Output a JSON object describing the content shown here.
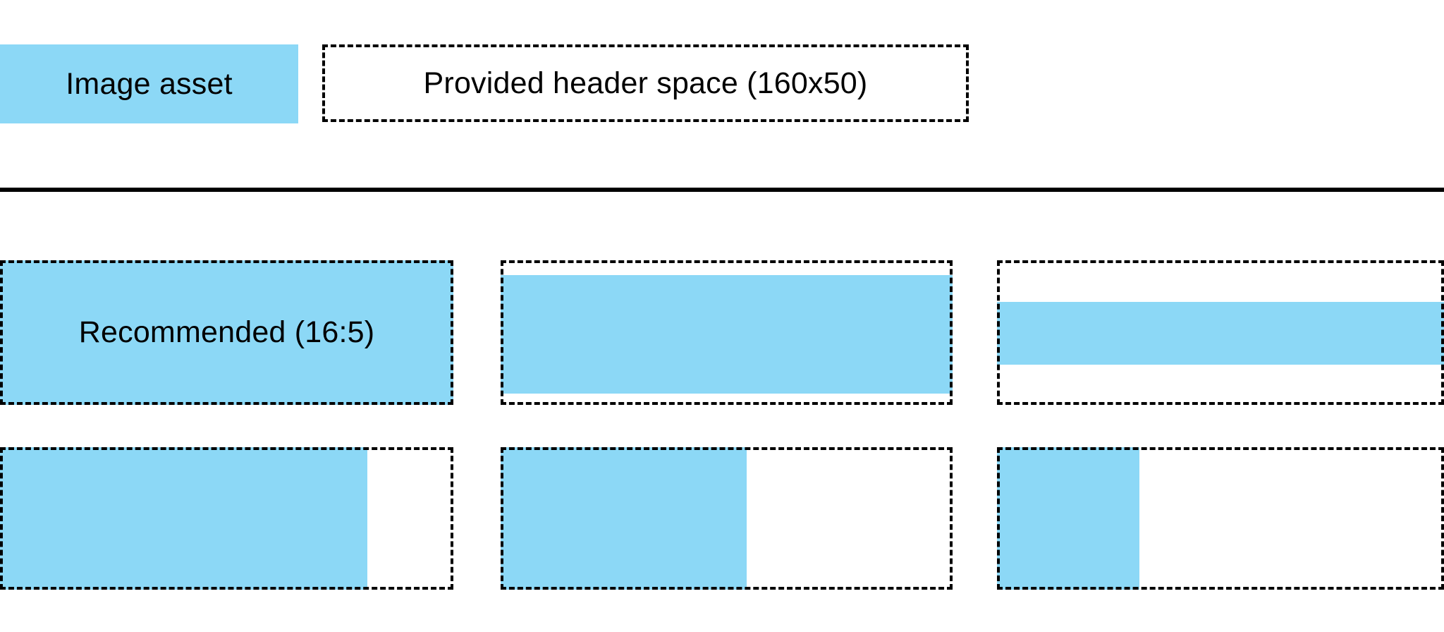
{
  "colors": {
    "asset_blue": "#8CD8F6",
    "line_black": "#000000",
    "background": "#FFFFFF"
  },
  "legend": {
    "image_asset_label": "Image asset",
    "header_space_label": "Provided header space (160x50)"
  },
  "grid": {
    "cells": [
      {
        "name": "recommended-16-5",
        "label": "Recommended (16:5)",
        "fill_style": "left:0;top:0;width:100%;height:100%"
      },
      {
        "name": "wide-letterboxed",
        "fill_style": "left:0;top:10%;width:100%;height:82%"
      },
      {
        "name": "very-wide-letterboxed",
        "fill_style": "left:0;top:29%;width:100%;height:43%"
      },
      {
        "name": "tall-pillarboxed",
        "fill_style": "left:0;top:0;width:81%;height:100%"
      },
      {
        "name": "taller-pillarboxed",
        "fill_style": "left:0;top:0;width:54.5%;height:100%"
      },
      {
        "name": "tallest-pillarboxed",
        "fill_style": "left:0;top:0;width:31.8%;height:100%"
      }
    ]
  }
}
